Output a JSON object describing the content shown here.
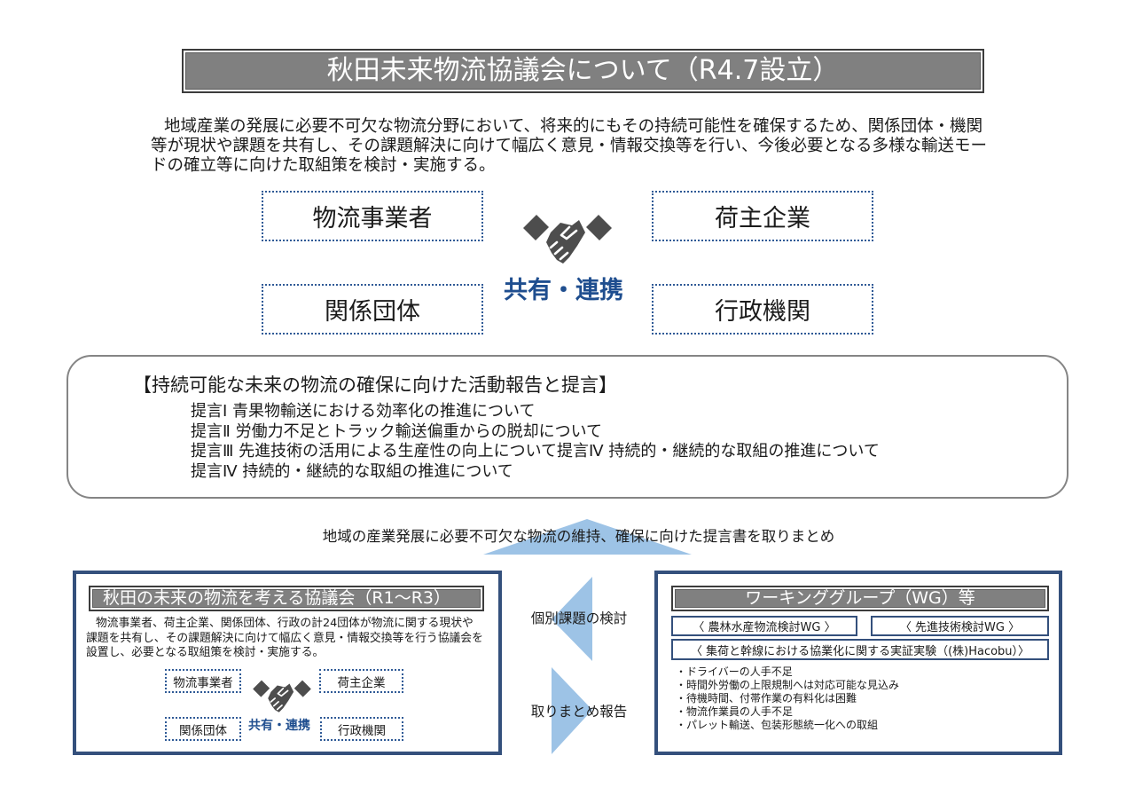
{
  "title": "秋田未来物流協議会について（R4.7設立）",
  "intro": {
    "lines": [
      "地域産業の発展に必要不可欠な物流分野において、将来的にもその持続可能性を確保するため、関係団体・機関",
      "等が現状や課題を共有し、その課題解決に向けて幅広く意見・情報交換等を行い、今後必要となる多様な輸送モー",
      "ドの確立等に向けた取組策を検討・実施する。"
    ]
  },
  "partners": {
    "logistics": "物流事業者",
    "shippers": "荷主企業",
    "associations": "関係団体",
    "government": "行政機関",
    "link_label": "共有・連携",
    "icon": "handshake-icon"
  },
  "proposals": {
    "heading": "【持続可能な未来の物流の確保に向けた活動報告と提言】",
    "items": [
      "提言Ⅰ 青果物輸送における効率化の推進について",
      "提言Ⅱ 労働力不足とトラック輸送偏重からの脱却について",
      "提言Ⅲ 先進技術の活用による生産性の向上について提言Ⅳ 持続的・継続的な取組の推進について",
      "提言Ⅳ 持続的・継続的な取組の推進について"
    ]
  },
  "summary": {
    "label": "地域の産業発展に必要不可欠な物流の維持、確保に向けた提言書を取りまとめ"
  },
  "council": {
    "title": "秋田の未来の物流を考える協議会（R1～R3）",
    "description_lines": [
      "物流事業者、荷主企業、関係団体、行政の計24団体が物流に関する現状や",
      "課題を共有し、その課題解決に向けて幅広く意見・情報交換等を行う協議会を",
      "設置し、必要となる取組策を検討・実施する。"
    ],
    "partners": {
      "logistics": "物流事業者",
      "shippers": "荷主企業",
      "associations": "関係団体",
      "government": "行政機関",
      "link_label": "共有・連携",
      "icon": "handshake-icon"
    }
  },
  "flow": {
    "upper_label": "個別課題の検討",
    "lower_label": "取りまとめ報告"
  },
  "wg": {
    "title": "ワーキンググループ（WG）等",
    "groups": [
      "〈 農林水産物流検討WG 〉",
      "〈 先進技術検討WG 〉",
      "〈 集荷と幹線における協業化に関する実証実験（(株)Hacobu）〉"
    ],
    "findings": [
      "・ドライバーの人手不足",
      "・時間外労働の上限規制へは対応可能な見込み",
      "・待機時間、付帯作業の有料化は困難",
      "・物流作業員の人手不足",
      "・パレット輸送、包装形態統一化への取組"
    ]
  },
  "colors": {
    "banner_gray": "#808080",
    "navy": "#34507c",
    "accent_blue": "#1f4e8f",
    "arrow_blue": "#9dc3e6",
    "dotted_blue": "#2f5a96",
    "frame_gray": "#858585"
  }
}
